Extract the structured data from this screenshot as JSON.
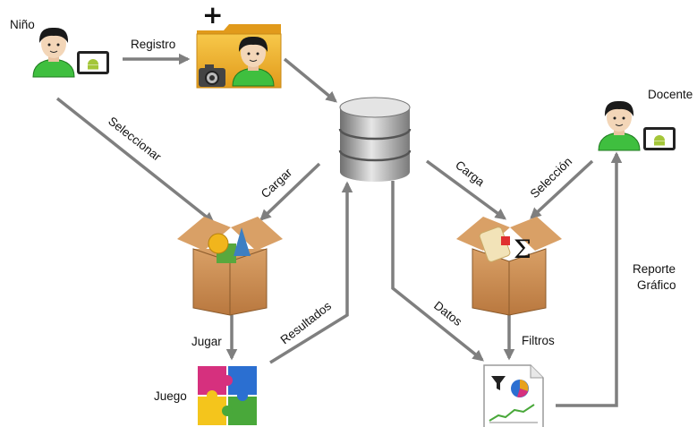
{
  "actors": {
    "child": "Niño",
    "teacher": "Docente"
  },
  "edges": {
    "registro": "Registro",
    "seleccionar": "Seleccionar",
    "cargar": "Cargar",
    "resultados": "Resultados",
    "jugar": "Jugar",
    "carga": "Carga",
    "seleccion": "Selección",
    "datos": "Datos",
    "filtros": "Filtros",
    "reporte_line1": "Reporte",
    "reporte_line2": "Gráfico"
  },
  "nodes": {
    "game": "Juego"
  },
  "colors": {
    "arrow": "#7f7f7f",
    "shirt": "#3fbf3f",
    "hair": "#1a1a1a",
    "skin": "#f3d6b8",
    "box": "#c98b4f",
    "folder": "#f2b632",
    "android": "#a4c639"
  }
}
